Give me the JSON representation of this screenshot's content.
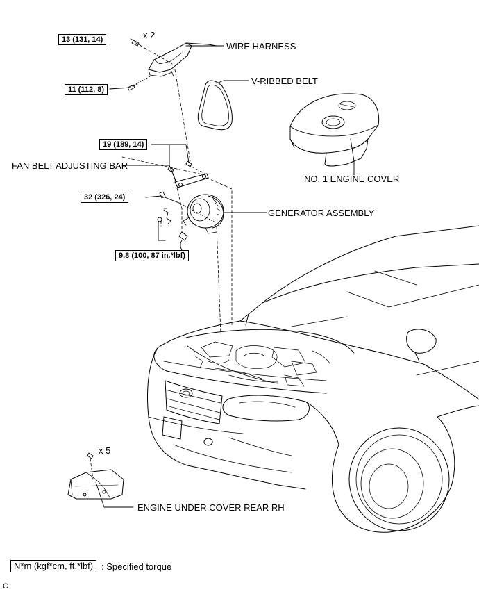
{
  "torque_specs": {
    "t13": "13 (131, 14)",
    "t11": "11 (112, 8)",
    "t19": "19 (189, 14)",
    "t32": "32 (326, 24)",
    "t98": "9.8 (100, 87 in.*lbf)"
  },
  "quantities": {
    "harness_bolts": "x 2",
    "under_cover_clips": "x 5"
  },
  "part_labels": {
    "wire_harness": "WIRE HARNESS",
    "v_ribbed_belt": "V-RIBBED BELT",
    "fan_belt_adjusting_bar": "FAN BELT ADJUSTING BAR",
    "engine_cover": "NO. 1 ENGINE COVER",
    "generator_assembly": "GENERATOR ASSEMBLY",
    "engine_under_cover": "ENGINE UNDER COVER REAR RH"
  },
  "legend": {
    "unit_box": "N*m (kgf*cm, ft.*lbf)",
    "description": ": Specified torque"
  },
  "figure_code": "C"
}
